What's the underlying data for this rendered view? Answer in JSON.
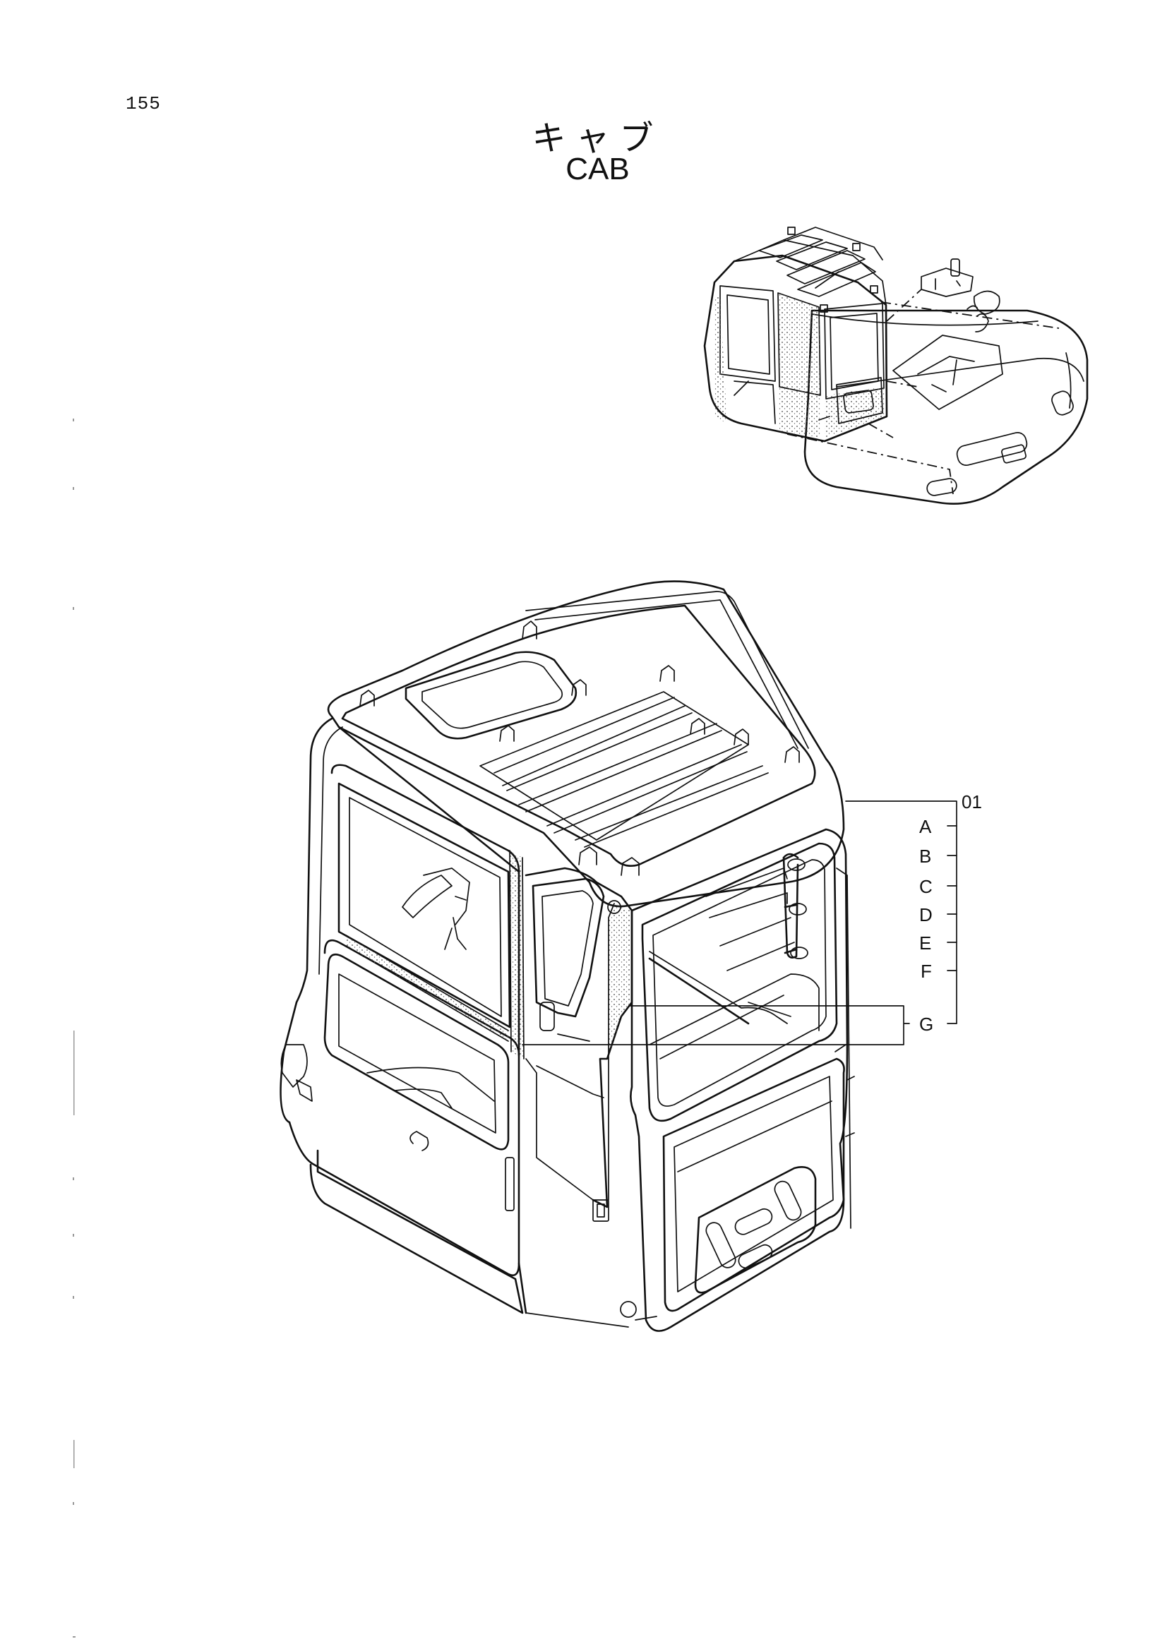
{
  "page": {
    "number": "155",
    "title_jp": "キャブ",
    "title_en": "CAB"
  },
  "callouts": {
    "assembly": "01",
    "letters": [
      "A",
      "B",
      "C",
      "D",
      "E",
      "F",
      "G"
    ]
  },
  "colors": {
    "ink": "#111111",
    "background": "#ffffff"
  }
}
